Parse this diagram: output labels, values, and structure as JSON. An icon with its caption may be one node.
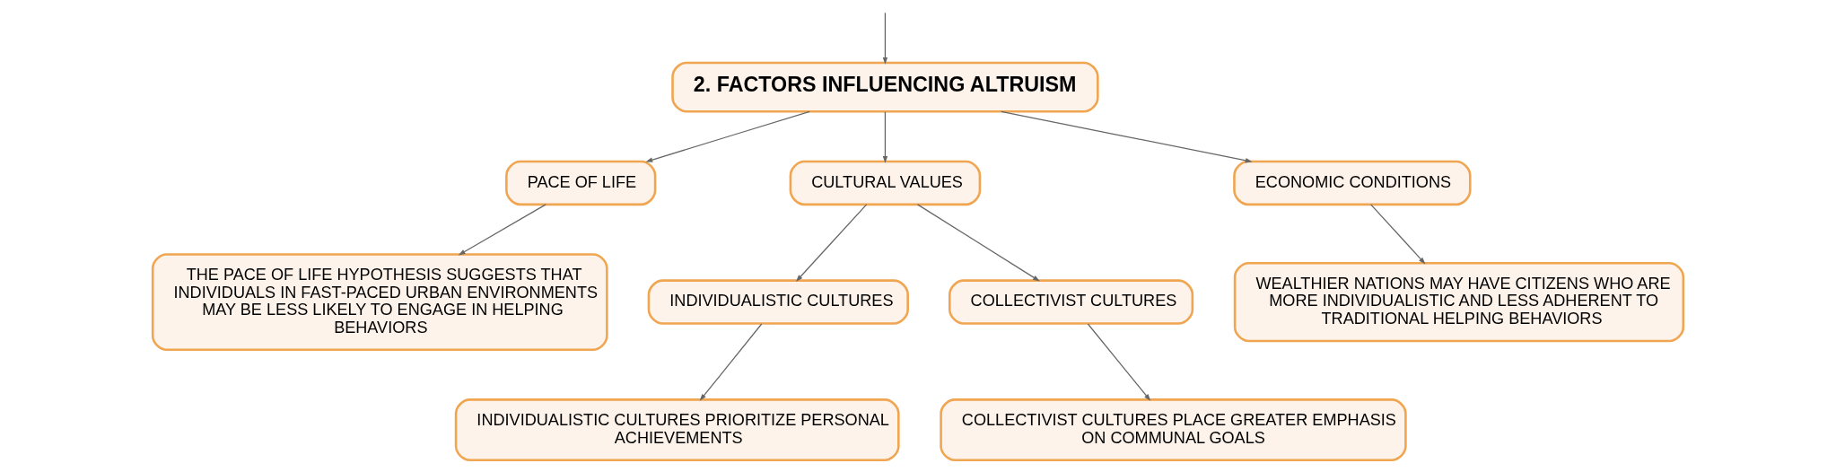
{
  "diagram": {
    "nodes": [
      {
        "text": [
          "2. FACTORS INFLUENCING ALTRUISM"
        ]
      },
      {
        "text": [
          "PACE OF LIFE"
        ]
      },
      {
        "text": [
          "CULTURAL VALUES"
        ]
      },
      {
        "text": [
          "ECONOMIC CONDITIONS"
        ]
      },
      {
        "text": [
          "THE PACE OF LIFE HYPOTHESIS SUGGESTS THAT INDIVIDUALS IN FAST-PACED URBAN ENVIRONMENTS MAY BE LESS LIKELY TO ENGAGE IN HELPING BEHAVIORS"
        ]
      },
      {
        "text": [
          "INDIVIDUALISTIC CULTURES"
        ]
      },
      {
        "text": [
          "COLLECTIVIST CULTURES"
        ]
      },
      {
        "text": [
          "WEALTHIER NATIONS MAY HAVE CITIZENS WHO ARE MORE INDIVIDUALISTIC AND LESS ADHERENT TO TRADITIONAL HELPING BEHAVIORS"
        ]
      },
      {
        "text": [
          "INDIVIDUALISTIC CULTURES PRIORITIZE PERSONAL ACHIEVEMENTS"
        ]
      },
      {
        "text": [
          "COLLECTIVIST CULTURES PLACE GREATER EMPHASIS ON COMMUNAL GOALS"
        ]
      }
    ],
    "edges": [
      {
        "from": null,
        "to": 0,
        "arrow": "to"
      },
      {
        "from": 0,
        "to": 1,
        "arrow": "to"
      },
      {
        "from": 0,
        "to": 2,
        "arrow": "to"
      },
      {
        "from": 0,
        "to": 3,
        "arrow": "to"
      },
      {
        "from": 1,
        "to": 4,
        "arrow": "to"
      },
      {
        "from": 2,
        "to": 5,
        "arrow": "to"
      },
      {
        "from": 2,
        "to": 6,
        "arrow": "to"
      },
      {
        "from": 3,
        "to": 7,
        "arrow": "to"
      },
      {
        "from": 5,
        "to": 8,
        "arrow": "to"
      },
      {
        "from": 6,
        "to": 9,
        "arrow": "to"
      }
    ]
  }
}
